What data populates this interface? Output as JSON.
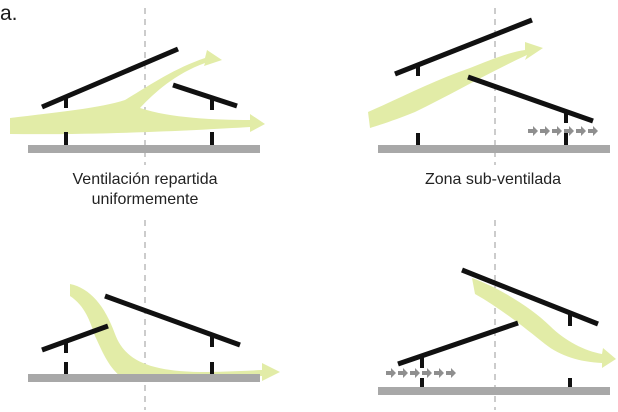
{
  "figure": {
    "cut_off_text": "a.",
    "captions": [
      {
        "line1": "Ventilación repartida",
        "line2": "uniformemente"
      },
      {
        "line1": "Zona sub-ventilada",
        "line2": ""
      }
    ],
    "panels": [
      {
        "id": "uniform-ventilation",
        "flow_pattern": "split-uniform"
      },
      {
        "id": "under-ventilated-zone",
        "flow_pattern": "blocked-lower-row"
      },
      {
        "id": "uniform-ventilation-inverted",
        "flow_pattern": "split-uniform-rising"
      },
      {
        "id": "under-ventilated-zone-inverted",
        "flow_pattern": "blocked-lower-row-rising"
      }
    ],
    "colors": {
      "airflow": "#e2eca7",
      "panel": "#111111",
      "ground": "#a8a8a8",
      "stagnant_arrows": "#8f8f8f",
      "axis_line": "#9a9a9a"
    }
  }
}
